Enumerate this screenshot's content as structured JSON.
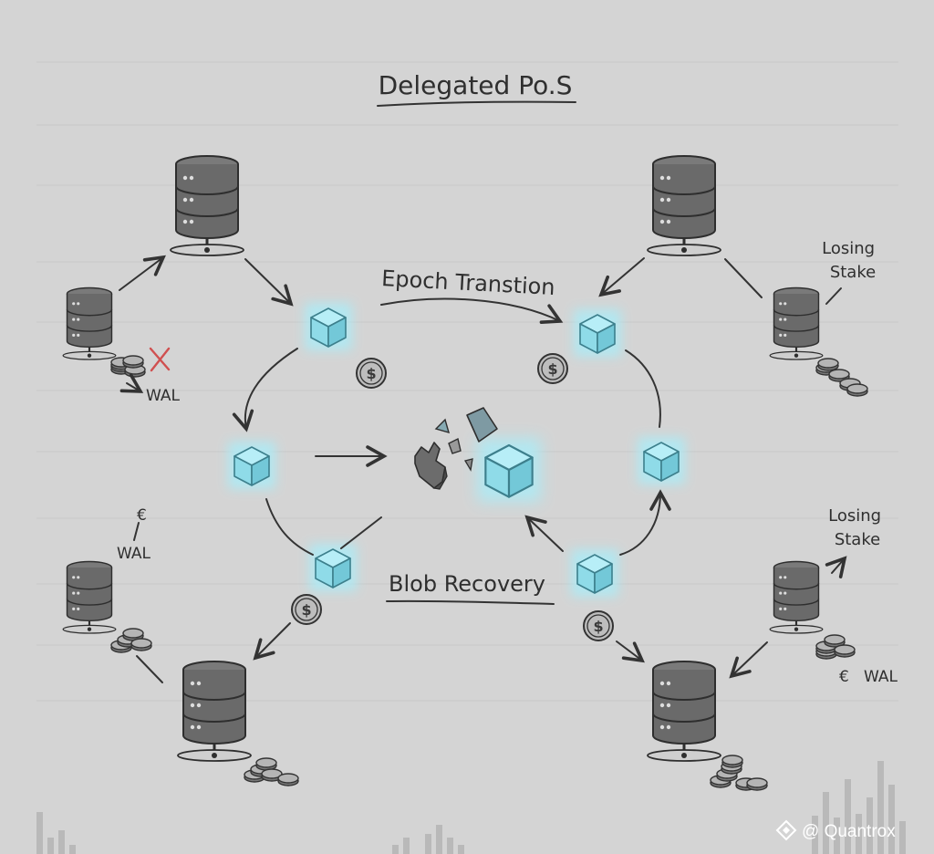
{
  "title": "Delegated Po.S",
  "labels": {
    "epoch": "Epoch Transtion",
    "blob": "Blob Recovery",
    "losing_stake_1": "Losing\nStake",
    "losing_stake_2": "Losing\nStake",
    "wal_1": "WAL",
    "wal_2": "WAL",
    "wal_3": "WAL",
    "euro_1": "€",
    "euro_2": "€",
    "dollar": "$"
  },
  "watermark": "@ Quantrox",
  "colors": {
    "background": "#d4d4d4",
    "cube": "#8fdbe8",
    "cube_edge": "#3d7f8c",
    "server": "#6d6d6d",
    "ink": "#2f2f2f",
    "x_mark": "#d05050"
  },
  "icons": [
    "server-icon",
    "cube-icon",
    "coin-stack-icon",
    "dollar-coin-icon",
    "broken-cube-icon",
    "x-mark-icon",
    "logo-icon"
  ]
}
